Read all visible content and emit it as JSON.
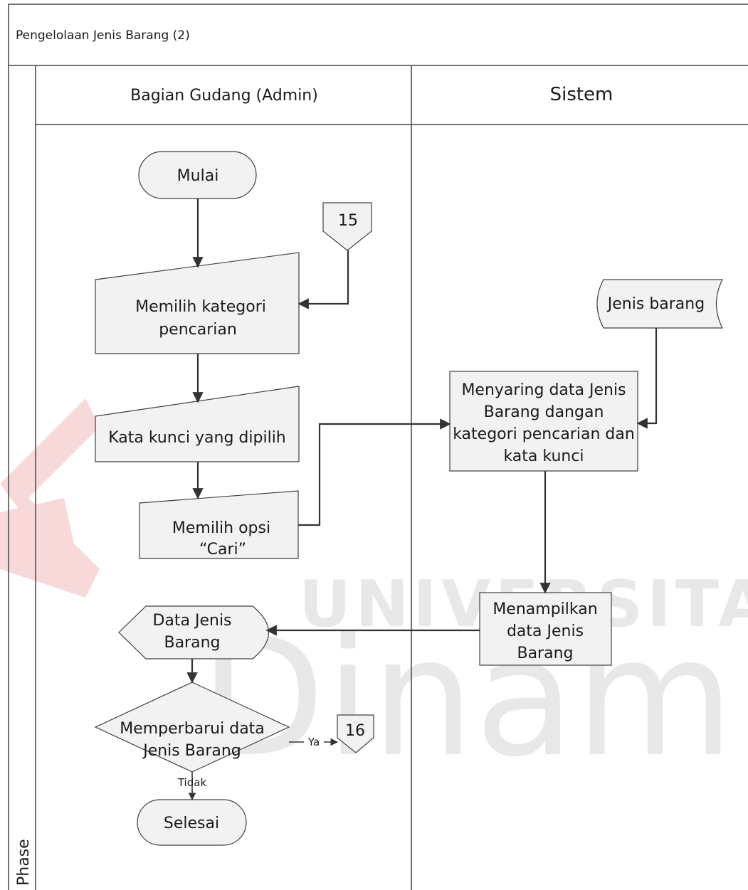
{
  "diagram": {
    "title": "Pengelolaan Jenis Barang (2)",
    "phase_label": "Phase",
    "lanes": [
      {
        "label": "Bagian Gudang (Admin)"
      },
      {
        "label": "Sistem"
      }
    ],
    "nodes": {
      "start": {
        "label": "Mulai"
      },
      "connector_in": {
        "label": "15"
      },
      "input_kategori": {
        "lines": [
          "Memilih kategori",
          "pencarian"
        ]
      },
      "input_kata_kunci": {
        "lines": [
          "Kata kunci yang dipilih"
        ]
      },
      "input_opsi_cari": {
        "lines": [
          "Memilih opsi",
          "“Cari”"
        ]
      },
      "database": {
        "label": "Jenis barang"
      },
      "process_filter": {
        "lines": [
          "Menyaring data Jenis",
          "Barang dangan",
          "kategori pencarian dan",
          "kata kunci"
        ]
      },
      "process_display": {
        "lines": [
          "Menampilkan",
          "data Jenis",
          "Barang"
        ]
      },
      "display_output": {
        "lines": [
          "Data Jenis",
          "Barang"
        ]
      },
      "decision": {
        "lines": [
          "Memperbarui data",
          "Jenis Barang"
        ]
      },
      "connector_out": {
        "label": "16"
      },
      "end": {
        "label": "Selesai"
      }
    },
    "edges": {
      "yes_label": "Ya",
      "no_label": "Tidak"
    },
    "watermark": {
      "line1": "UNIVERSITAS",
      "line2": "Dinamika"
    },
    "colors": {
      "shape_fill": "#f2f2f2",
      "stroke": "#404040",
      "line": "#333333"
    }
  }
}
